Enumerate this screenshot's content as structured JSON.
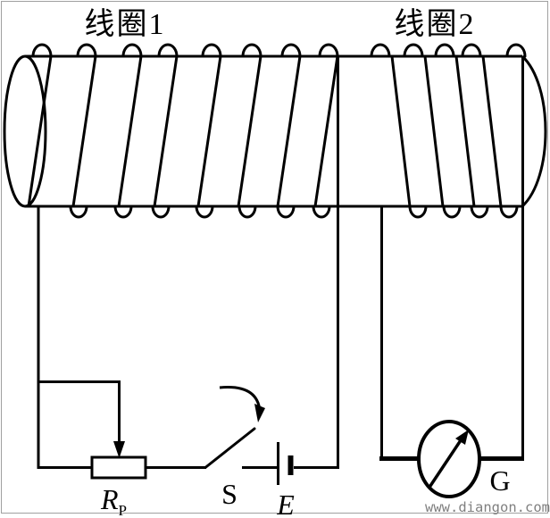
{
  "labels": {
    "coil1": "线圈1",
    "coil2": "线圈2",
    "rheostat_main": "R",
    "rheostat_sub": "P",
    "switch": "S",
    "battery": "E",
    "galvanometer": "G",
    "watermark": "www.diangon.com"
  },
  "colors": {
    "line": "#000000",
    "background": "#ffffff",
    "frame": "#a0a0a0",
    "watermark": "#808080"
  },
  "coils": {
    "coil1": {
      "label": "线圈1",
      "top_loops": [
        47,
        97,
        148,
        188,
        237,
        282,
        326,
        368
      ],
      "bottom_loops": [
        88,
        138,
        180,
        229,
        277,
        320,
        360
      ],
      "winding_slant": "down-left"
    },
    "coil2": {
      "label": "线圈2",
      "top_loops": [
        426,
        463,
        498,
        528,
        578
      ],
      "bottom_loops": [
        468,
        506,
        537,
        570
      ],
      "winding_slant": "down-right"
    }
  }
}
